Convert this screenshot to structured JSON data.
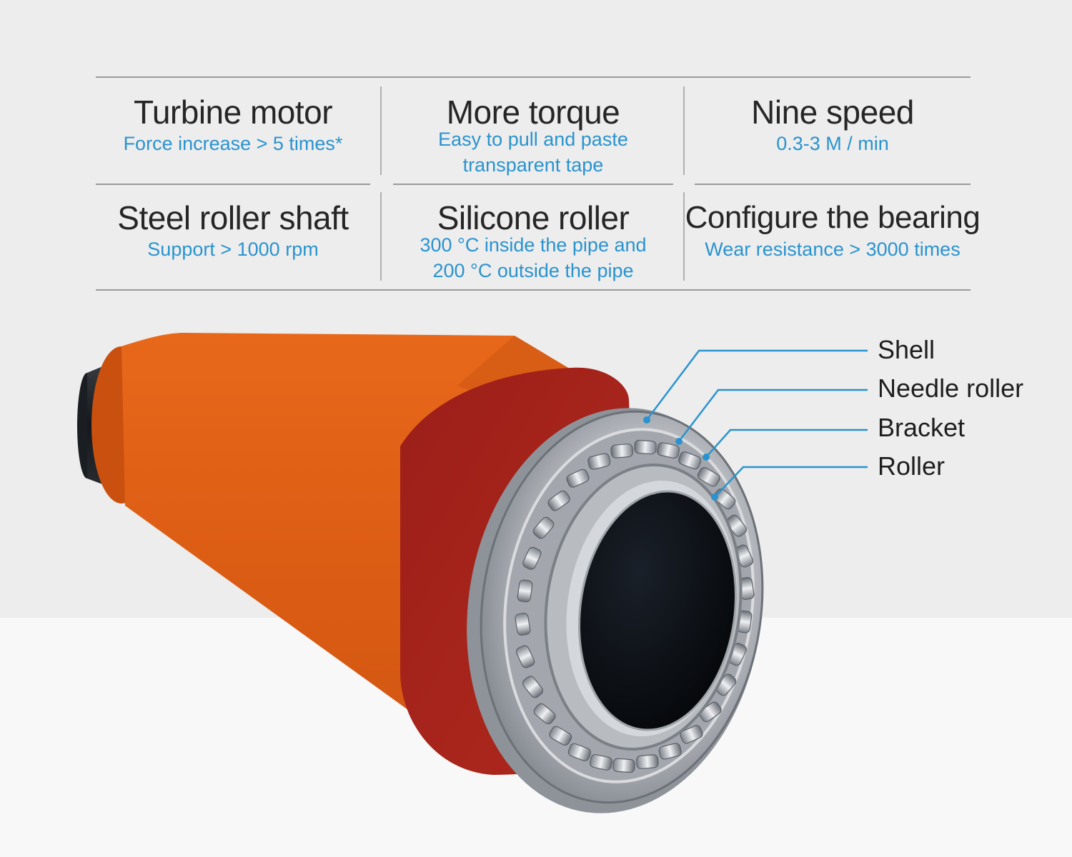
{
  "specs": [
    {
      "title": "Turbine motor",
      "subtitle_lines": [
        "Force increase > 5 times*"
      ]
    },
    {
      "title": "More torque",
      "subtitle_lines": [
        "Easy to pull and paste",
        "transparent tape"
      ]
    },
    {
      "title": "Nine speed",
      "subtitle_lines": [
        "0.3-3 M / min"
      ]
    },
    {
      "title": "Steel roller shaft",
      "subtitle_lines": [
        "Support > 1000 rpm"
      ]
    },
    {
      "title": "Silicone roller",
      "subtitle_lines": [
        "300 °C inside the pipe and",
        "200 °C outside the pipe"
      ]
    },
    {
      "title": "Configure the bearing",
      "subtitle_lines": [
        "Wear resistance > 3000 times"
      ]
    }
  ],
  "callouts": [
    "Shell",
    "Needle roller",
    "Bracket",
    "Roller"
  ],
  "colors": {
    "accent_blue": "#2a93cf",
    "roller_orange": "#df5f16",
    "roller_red": "#a3211a",
    "bearing_steel": "#c4c7cc",
    "bore_black": "#0c1016"
  }
}
